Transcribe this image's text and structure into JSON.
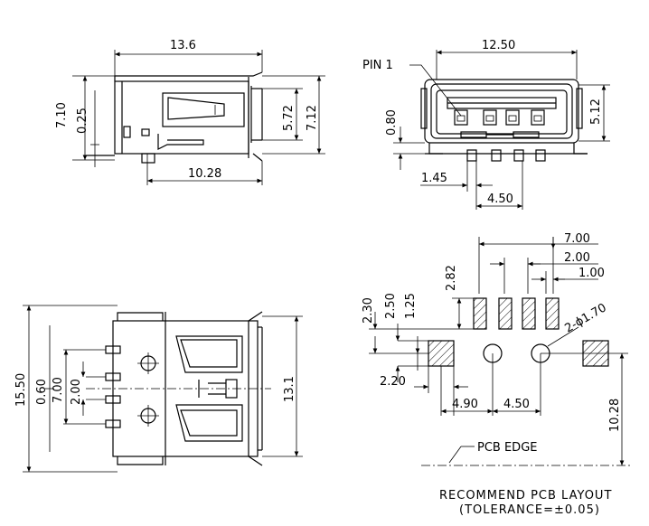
{
  "views": {
    "side": {
      "width": "13.6",
      "total_height": "7.10",
      "tab_offset": "0.25",
      "body_height": "5.72",
      "overall_height": "7.12",
      "pin_span": "10.28"
    },
    "front": {
      "pin1_label": "PIN 1",
      "width": "12.50",
      "height": "5.12",
      "standoff": "0.80",
      "pin_pitch": "1.45",
      "pin_span": "4.50"
    },
    "top": {
      "length": "15.50",
      "tab_offset": "0.60",
      "pin_span": "7.00",
      "pin_pitch": "2.00",
      "width": "13.1"
    },
    "pcb": {
      "pad_span": "7.00",
      "pad_pitch_outer": "2.00",
      "pad_pitch": "1.00",
      "pad_height": "2.82",
      "v_offset_1": "2.30",
      "v_offset_2": "2.50",
      "v_offset_3": "1.25",
      "hole_label": "2-ϕ1.70",
      "pad_width": "2.20",
      "hole_offset": "4.90",
      "hole_pitch": "4.50",
      "edge_distance": "10.28",
      "edge_label": "PCB EDGE",
      "title": "RECOMMEND PCB LAYOUT",
      "tolerance": "(TOLERANCE=±0.05)"
    }
  }
}
